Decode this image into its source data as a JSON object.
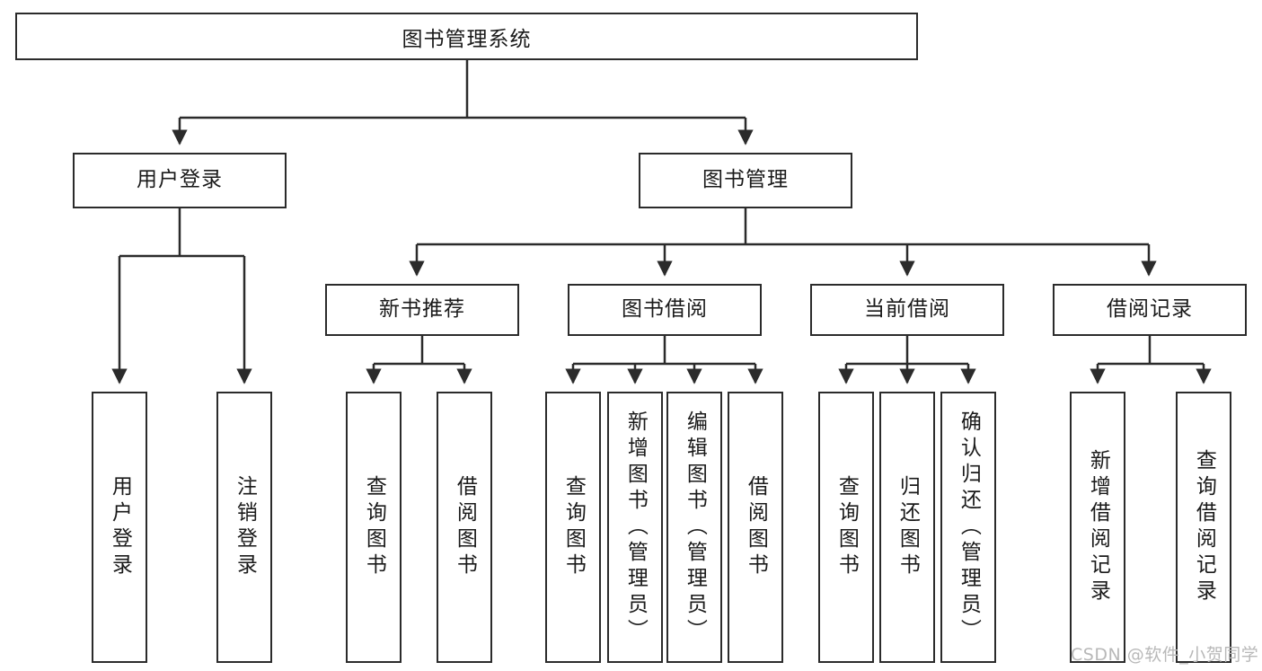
{
  "diagram": {
    "type": "tree-hierarchy",
    "title": "图书管理系统",
    "root": {
      "label": "图书管理系统"
    },
    "level2": [
      {
        "id": "user-login",
        "label": "用户登录"
      },
      {
        "id": "book-management",
        "label": "图书管理"
      }
    ],
    "level3": [
      {
        "id": "new-book-recommend",
        "label": "新书推荐",
        "parent": "book-management"
      },
      {
        "id": "book-borrow",
        "label": "图书借阅",
        "parent": "book-management"
      },
      {
        "id": "current-borrow",
        "label": "当前借阅",
        "parent": "book-management"
      },
      {
        "id": "borrow-record",
        "label": "借阅记录",
        "parent": "book-management"
      }
    ],
    "leaves": {
      "user_login": [
        {
          "id": "leaf-user-login",
          "label": "用户登录"
        },
        {
          "id": "leaf-logout-login",
          "label": "注销登录"
        }
      ],
      "new_book_recommend": [
        {
          "id": "leaf-query-book-1",
          "label": "查询图书"
        },
        {
          "id": "leaf-borrow-book-1",
          "label": "借阅图书"
        }
      ],
      "book_borrow": [
        {
          "id": "leaf-query-book-2",
          "label": "查询图书"
        },
        {
          "id": "leaf-add-book",
          "label": "新增图书（管理员）"
        },
        {
          "id": "leaf-edit-book",
          "label": "编辑图书（管理员）"
        },
        {
          "id": "leaf-borrow-book-2",
          "label": "借阅图书"
        }
      ],
      "current_borrow": [
        {
          "id": "leaf-query-book-3",
          "label": "查询图书"
        },
        {
          "id": "leaf-return-book",
          "label": "归还图书"
        },
        {
          "id": "leaf-confirm-return",
          "label": "确认归还（管理员）"
        }
      ],
      "borrow_record": [
        {
          "id": "leaf-add-borrow-record",
          "label": "新增借阅记录"
        },
        {
          "id": "leaf-query-borrow-record",
          "label": "查询借阅记录"
        }
      ]
    },
    "colors": {
      "stroke": "#2b2b2b",
      "fill": "#ffffff",
      "text": "#1a1a1a",
      "watermark": "#b8b8b8"
    }
  },
  "watermark": {
    "text": "CSDN @软件_小贺同学"
  }
}
